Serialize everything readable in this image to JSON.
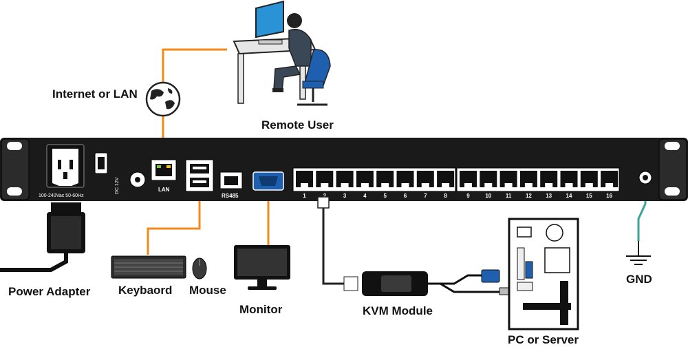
{
  "labels": {
    "internet": "Internet or LAN",
    "remote_user": "Remote User",
    "power_adapter": "Power Adapter",
    "keyboard": "Keybaord",
    "mouse": "Mouse",
    "monitor": "Monitor",
    "kvm_module": "KVM Module",
    "pc_server": "PC or Server",
    "gnd": "GND"
  },
  "panel": {
    "power_rating": "100-240Vac 50-60Hz",
    "dc": "DC 12V",
    "lan": "LAN",
    "rs485": "RS485"
  },
  "ports": [
    "1",
    "2",
    "3",
    "4",
    "5",
    "6",
    "7",
    "8",
    "9",
    "10",
    "11",
    "12",
    "13",
    "14",
    "15",
    "16"
  ],
  "colors": {
    "cable_orange": "#f08a1c",
    "cable_teal": "#3aa39a",
    "chassis": "#1a1a1a",
    "vga_blue": "#1f5fb0"
  }
}
